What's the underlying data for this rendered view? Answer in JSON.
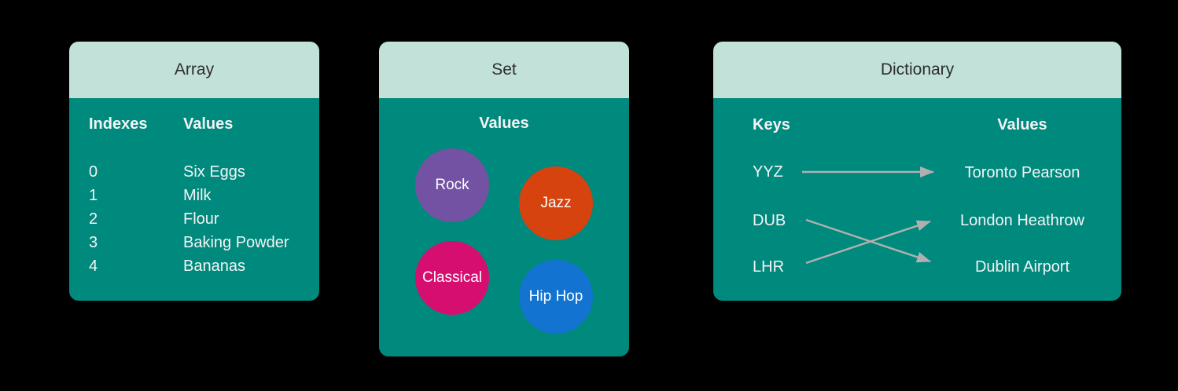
{
  "page": {
    "background": "#000000"
  },
  "theme": {
    "card_header_bg": "#C2E1D8",
    "card_header_text": "#2E2E2E",
    "card_body_bg": "#00897D",
    "card_body_text": "#F4F4F4",
    "arrow_color": "#B0B0B0"
  },
  "array_card": {
    "title": "Array",
    "columns": {
      "indexes": "Indexes",
      "values": "Values"
    },
    "rows": [
      {
        "index": "0",
        "value": "Six Eggs"
      },
      {
        "index": "1",
        "value": "Milk"
      },
      {
        "index": "2",
        "value": "Flour"
      },
      {
        "index": "3",
        "value": "Baking Powder"
      },
      {
        "index": "4",
        "value": "Bananas"
      }
    ]
  },
  "set_card": {
    "title": "Set",
    "column_header": "Values",
    "values": [
      {
        "label": "Rock",
        "color": "#7452A3"
      },
      {
        "label": "Jazz",
        "color": "#D6430F"
      },
      {
        "label": "Classical",
        "color": "#D50E70"
      },
      {
        "label": "Hip Hop",
        "color": "#1273D0"
      }
    ]
  },
  "dictionary_card": {
    "title": "Dictionary",
    "columns": {
      "keys": "Keys",
      "values": "Values"
    },
    "keys": [
      "YYZ",
      "DUB",
      "LHR"
    ],
    "values": [
      "Toronto Pearson",
      "London Heathrow",
      "Dublin Airport"
    ],
    "mappings": [
      {
        "key": "YYZ",
        "value": "Toronto Pearson"
      },
      {
        "key": "DUB",
        "value": "Dublin Airport"
      },
      {
        "key": "LHR",
        "value": "London Heathrow"
      }
    ]
  }
}
